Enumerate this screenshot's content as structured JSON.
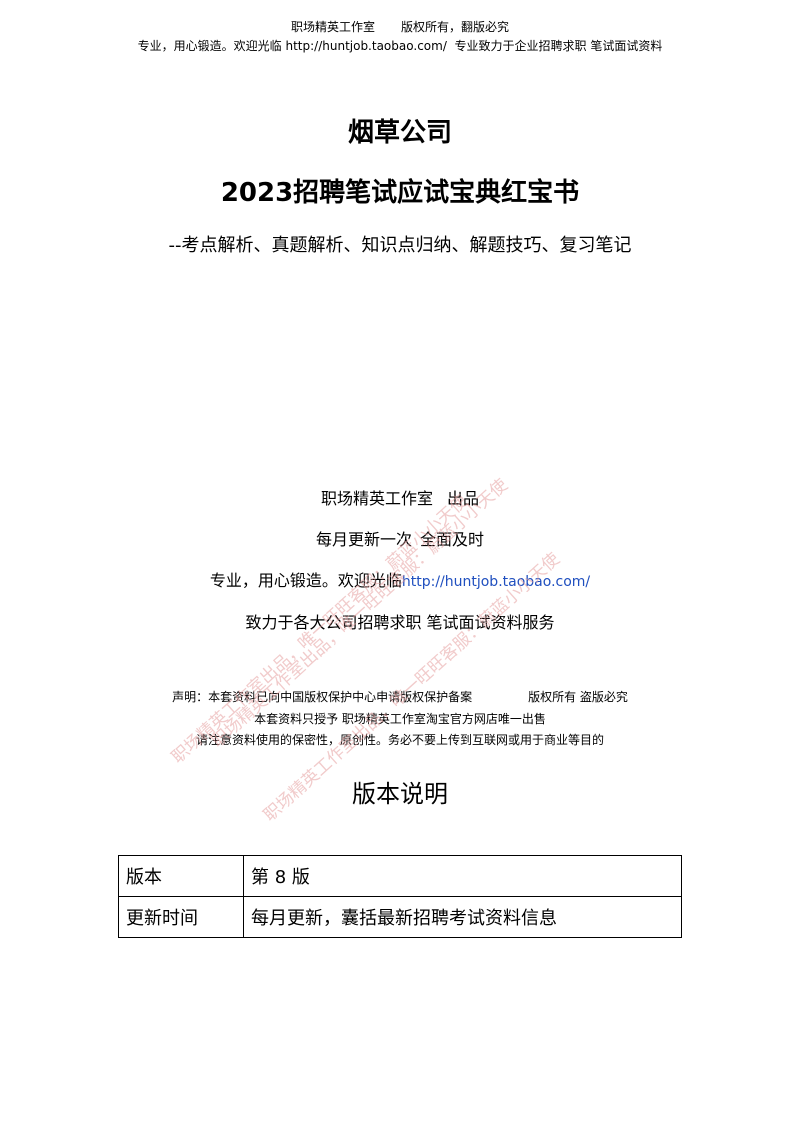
{
  "header": {
    "studio": "职场精英工作室",
    "rights": "版权所有，翻版必究",
    "line2_pre": "专业，用心锻造。欢迎光临",
    "url": "http://huntjob.taobao.com/",
    "line2_post": "专业致力于企业招聘求职  笔试面试资料"
  },
  "title": {
    "main": "烟草公司",
    "sub": "2023招聘笔试应试宝典红宝书",
    "subtitle": "--考点解析、真题解析、知识点归纳、解题技巧、复习笔记"
  },
  "publisher": {
    "studio": "职场精英工作室",
    "produced": "出品",
    "update_a": "每月更新一次",
    "update_b": "全面及时",
    "welcome": "专业，用心锻造。欢迎光临",
    "url": "http://huntjob.taobao.com/",
    "service": "致力于各大公司招聘求职  笔试面试资料服务"
  },
  "declaration": {
    "line1_a": "声明：本套资料已向中国版权保护中心申请版权保护备案",
    "line1_b": "版权所有   盗版必究",
    "line2": "本套资料只授予  职场精英工作室淘宝官方网店唯一出售",
    "line3": "请注意资料使用的保密性，原创性。务必不要上传到互联网或用于商业等目的"
  },
  "version": {
    "heading": "版本说明",
    "rows": [
      {
        "key": "版本",
        "value": "第 8 版"
      },
      {
        "key": "更新时间",
        "value": "每月更新，囊括最新招聘考试资料信息"
      }
    ]
  },
  "watermark": {
    "text": "职场精英工作室出品，唯一旺旺客服：蔚蓝小小天使",
    "color": "#e6a0a0"
  }
}
